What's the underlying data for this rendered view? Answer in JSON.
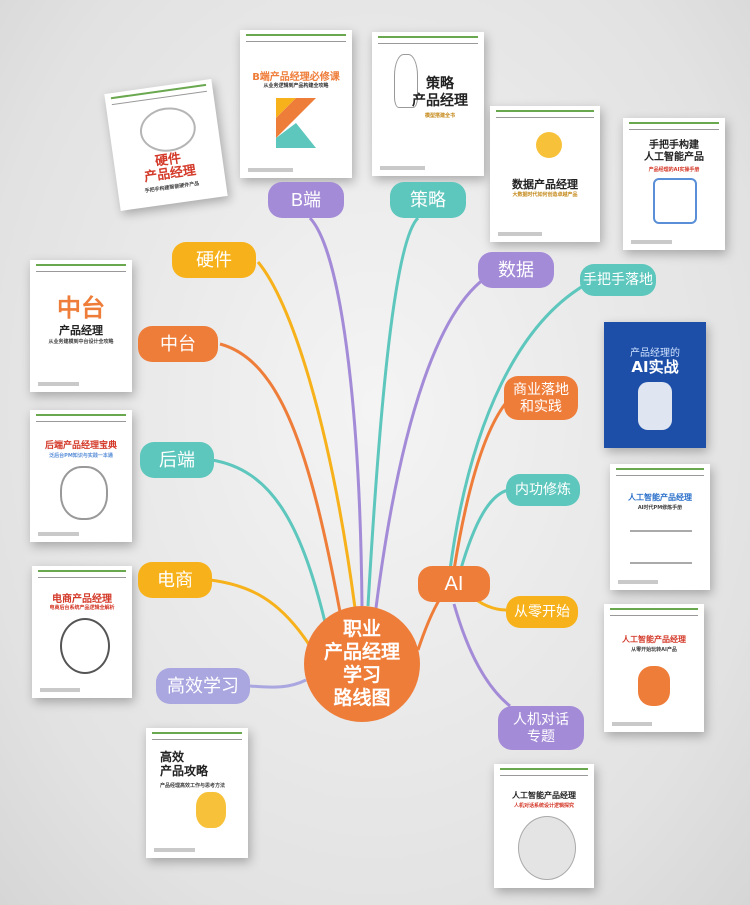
{
  "center": {
    "lines": [
      "职业",
      "产品经理",
      "学习",
      "路线图"
    ]
  },
  "branches": {
    "hardware": "硬件",
    "b_end": "B端",
    "strategy": "策略",
    "data": "数据",
    "middle": "中台",
    "backend": "后端",
    "ecommerce": "电商",
    "efficiency": "高效学习",
    "ai": "AI"
  },
  "ai_topics": {
    "hands_on": "手把手落地",
    "business": "商业落地\n和实践",
    "inner": "内功修炼",
    "scratch": "从零开始",
    "hci": "人机对话\n专题"
  },
  "books": {
    "hardware": {
      "title": "硬件\n产品经理",
      "subtitle": "手把手构建智能硬件产品"
    },
    "b_end": {
      "title": "B端产品经理必修课",
      "subtitle": "从业务逻辑到产品构建全攻略"
    },
    "strategy": {
      "title": "策略\n产品经理",
      "subtitle": "模型搭建全书"
    },
    "data": {
      "title": "数据产品经理",
      "subtitle": "大数据时代如何创造卓越产品"
    },
    "hands_on": {
      "title": "手把手构建\n人工智能产品",
      "subtitle": "产品经理的AI实操手册"
    },
    "middle": {
      "title": "中台",
      "title2": "产品经理",
      "subtitle": "从业务建模到中台设计全攻略"
    },
    "ai_practice": {
      "title": "产品经理的",
      "title2": "AI实战"
    },
    "backend": {
      "title": "后端产品经理宝典",
      "subtitle": "泛后台PM知识与实践一本通"
    },
    "inner": {
      "title": "人工智能产品经理",
      "subtitle": "AI时代PM修炼手册"
    },
    "ecommerce": {
      "title": "电商产品经理",
      "subtitle": "电商后台系统产品逻辑全解析"
    },
    "scratch": {
      "title": "人工智能产品经理",
      "subtitle": "从零开始玩转AI产品"
    },
    "efficiency": {
      "title": "高效\n产品攻略",
      "subtitle": "产品经理高效工作与思考方法"
    },
    "hci": {
      "title": "人工智能产品经理",
      "subtitle": "人机对话系统设计逻辑探究"
    }
  },
  "colors": {
    "orange": "#ef7d3a",
    "yellow": "#f7b21b",
    "teal": "#5dc7bd",
    "purple": "#a48bd8",
    "lavender": "#a9a6e0"
  }
}
